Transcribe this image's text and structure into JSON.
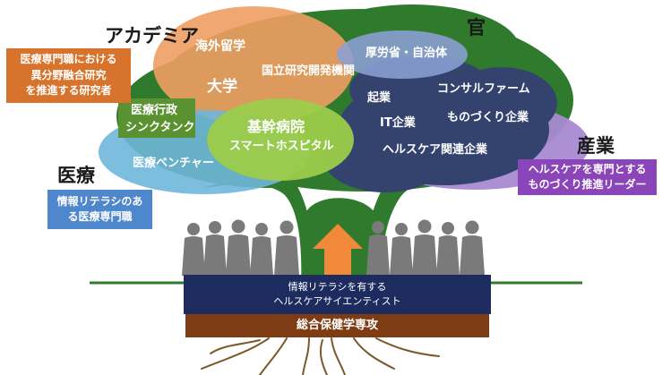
{
  "colors": {
    "academia": "#ef9d63",
    "medical": "#6fb6d9",
    "industry": "#a98ad2",
    "hospital": "#9ccc4a",
    "government": "#8c9fd4",
    "green_block": "#5a9131",
    "navy_cloud": "#34436e",
    "tree_green": "#2f7a2c",
    "banner_navy": "#1d2b5e",
    "banner_brown": "#7e3c14",
    "arrow_orange": "#f08a3a",
    "orange_box": "#d8732d",
    "blue_box": "#4e87cc",
    "purple_box": "#8a45b8",
    "people": "#7a7a7a"
  },
  "headings": {
    "academia": "アカデミア",
    "government": "官",
    "medical": "医療",
    "industry": "産業"
  },
  "inner_labels": {
    "overseas": "海外留学",
    "university": "大学",
    "national_institute": "国立研究開発機関",
    "mhlw": "厚労省・自治体",
    "startup": "起業",
    "consulting": "コンサルファーム",
    "medical_admin": "医療行政",
    "think_tank": "シンクタンク",
    "core_hospital": "基幹病院",
    "smart_hospital": "スマートホスピタル",
    "it_company": "IT企業",
    "monozukuri": "ものづくり企業",
    "healthcare_company": "ヘルスケア関連企業",
    "medical_venture": "医療ベンチャー"
  },
  "callouts": {
    "academia": [
      "医療専門職における",
      "異分野融合研究",
      "を推進する研究者"
    ],
    "medical": [
      "情報リテラシのあ",
      "る医療専門職"
    ],
    "industry": [
      "ヘルスケアを専門とする",
      "ものづくり推進リーダー"
    ]
  },
  "banners": {
    "main": [
      "情報リテラシを有する",
      "ヘルスケアサイエンティスト"
    ],
    "base": "総合保健学専攻"
  }
}
